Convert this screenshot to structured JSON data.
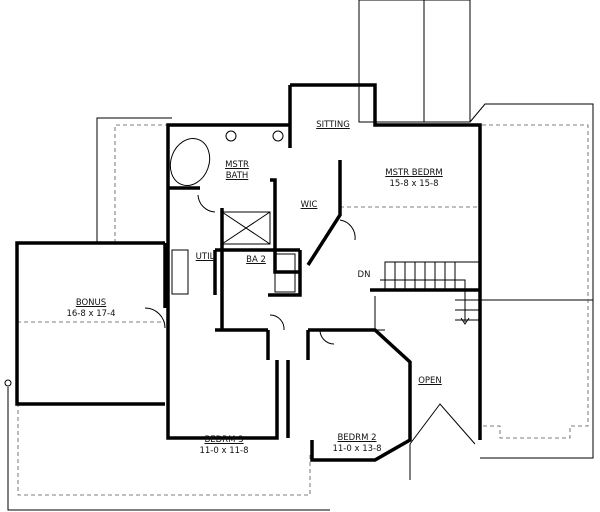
{
  "plan": {
    "rooms": [
      {
        "id": "sitting",
        "name": "SITTING",
        "size": ""
      },
      {
        "id": "mstr-bath",
        "name": "MSTR\nBATH",
        "size": ""
      },
      {
        "id": "mstr-bedrm",
        "name": "MSTR BEDRM",
        "size": "15-8 x 15-8"
      },
      {
        "id": "wic",
        "name": "WIC",
        "size": ""
      },
      {
        "id": "util",
        "name": "UTIL",
        "size": ""
      },
      {
        "id": "ba2",
        "name": "BA 2",
        "size": ""
      },
      {
        "id": "bonus",
        "name": "BONUS",
        "size": "16-8 x 17-4"
      },
      {
        "id": "open",
        "name": "OPEN",
        "size": ""
      },
      {
        "id": "bedrm3",
        "name": "BEDRM 3",
        "size": "11-0 x 11-8"
      },
      {
        "id": "bedrm2",
        "name": "BEDRM 2",
        "size": "11-0 x 13-8"
      }
    ],
    "stair_label": "DN",
    "wall_color": "#000000",
    "background": "#ffffff"
  }
}
